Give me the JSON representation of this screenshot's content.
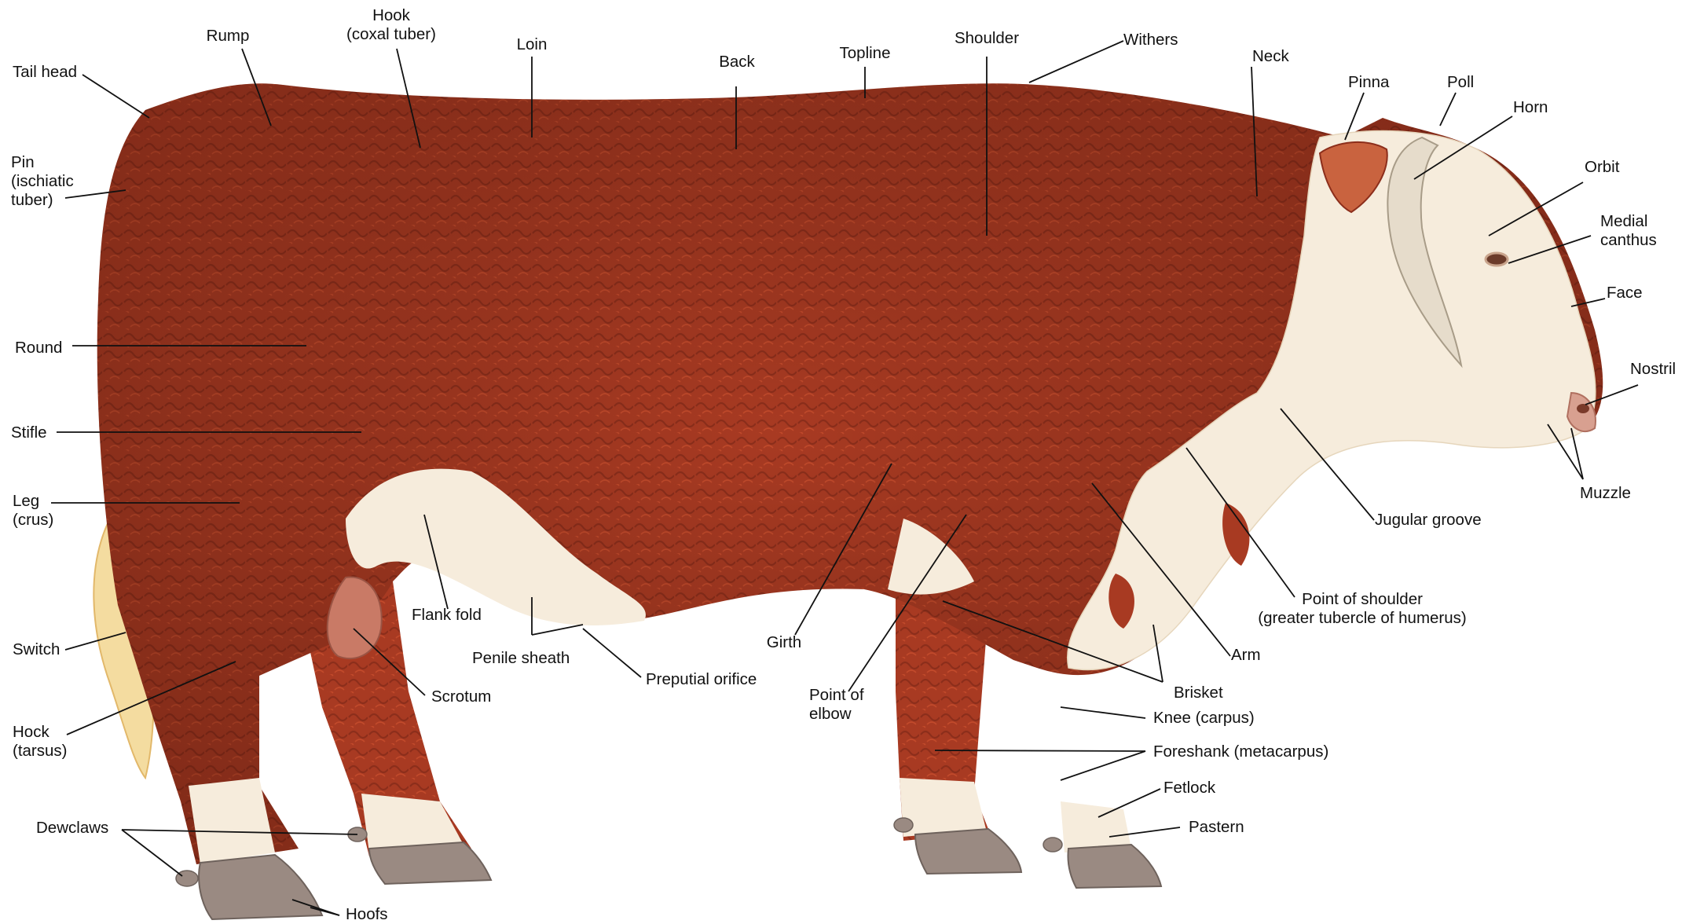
{
  "title": "",
  "colors": {
    "coat": "#a83a22",
    "coat_dark": "#7d2a1a",
    "white_markings": "#f6ecdc",
    "hoof": "#9a8a82",
    "horn": "#e6dccb",
    "leader_line": "#111111",
    "label_text": "#111111"
  },
  "labels": {
    "tail_head": "Tail head",
    "rump": "Rump",
    "hook": [
      "Hook",
      "(coxal tuber)"
    ],
    "loin": "Loin",
    "back": "Back",
    "topline": "Topline",
    "shoulder": "Shoulder",
    "withers": "Withers",
    "neck": "Neck",
    "pinna": "Pinna",
    "poll": "Poll",
    "horn": "Horn",
    "orbit": "Orbit",
    "medial_canthus": [
      "Medial",
      "canthus"
    ],
    "face": "Face",
    "nostril": "Nostril",
    "muzzle": "Muzzle",
    "pin": [
      "Pin",
      "(ischiatic",
      "tuber)"
    ],
    "round": "Round",
    "stifle": "Stifle",
    "leg": [
      "Leg",
      "(crus)"
    ],
    "switch": "Switch",
    "hock": [
      "Hock",
      "(tarsus)"
    ],
    "dewclaws": "Dewclaws",
    "hoofs": "Hoofs",
    "flank_fold": "Flank fold",
    "penile_sheath": "Penile sheath",
    "scrotum": "Scrotum",
    "preputial_orifice": "Preputial orifice",
    "girth": "Girth",
    "point_of_elbow": [
      "Point of",
      "elbow"
    ],
    "jugular_groove": "Jugular groove",
    "point_of_shoulder": [
      "Point of shoulder",
      "(greater tubercle of humerus)"
    ],
    "arm": "Arm",
    "brisket": "Brisket",
    "knee": "Knee (carpus)",
    "foreshank": "Foreshank (metacarpus)",
    "fetlock": "Fetlock",
    "pastern": "Pastern"
  }
}
